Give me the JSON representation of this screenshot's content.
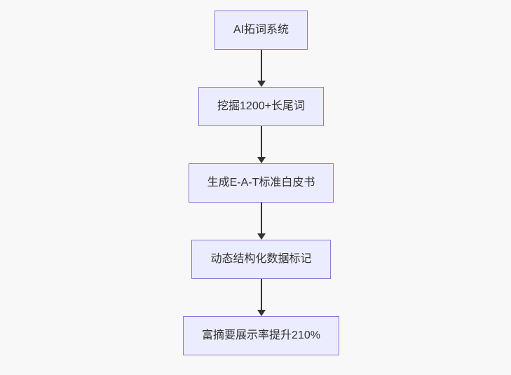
{
  "diagram": {
    "type": "flowchart",
    "direction": "top-down",
    "colors": {
      "background": "#f8f8f8",
      "node_fill": "#ECECFF",
      "node_border": "#9370DB",
      "edge": "#333333",
      "text": "#333333"
    },
    "nodes": [
      {
        "id": "node-1",
        "label": "AI拓词系统"
      },
      {
        "id": "node-2",
        "label": "挖掘1200+长尾词"
      },
      {
        "id": "node-3",
        "label": "生成E-A-T标准白皮书"
      },
      {
        "id": "node-4",
        "label": "动态结构化数据标记"
      },
      {
        "id": "node-5",
        "label": "富摘要展示率提升210%"
      }
    ],
    "edges": [
      {
        "from": "node-1",
        "to": "node-2",
        "arrow": "down"
      },
      {
        "from": "node-2",
        "to": "node-3",
        "arrow": "down"
      },
      {
        "from": "node-3",
        "to": "node-4",
        "arrow": "down"
      },
      {
        "from": "node-4",
        "to": "node-5",
        "arrow": "down"
      }
    ]
  }
}
